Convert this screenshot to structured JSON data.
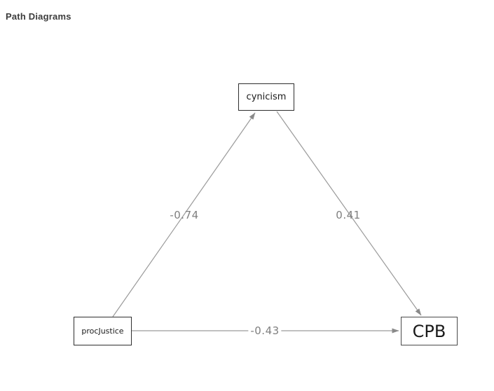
{
  "header": {
    "title": "Path Diagrams"
  },
  "diagram": {
    "type": "path-diagram",
    "nodes": [
      {
        "id": "cynicism",
        "label": "cynicism"
      },
      {
        "id": "procJustice",
        "label": "procJustice"
      },
      {
        "id": "CPB",
        "label": "CPB"
      }
    ],
    "edges": [
      {
        "from": "procJustice",
        "to": "cynicism",
        "label": "-0.74"
      },
      {
        "from": "cynicism",
        "to": "CPB",
        "label": "0.41"
      },
      {
        "from": "procJustice",
        "to": "CPB",
        "label": "-0.43"
      }
    ],
    "colors": {
      "edge": "#9a9a9a",
      "arrowhead": "#8a8a8a",
      "edge_label": "#7f7f7f",
      "node_border": "#2e2e2e",
      "node_text": "#1a1a1a",
      "background": "#ffffff",
      "title_text": "#3c3c3c"
    }
  }
}
